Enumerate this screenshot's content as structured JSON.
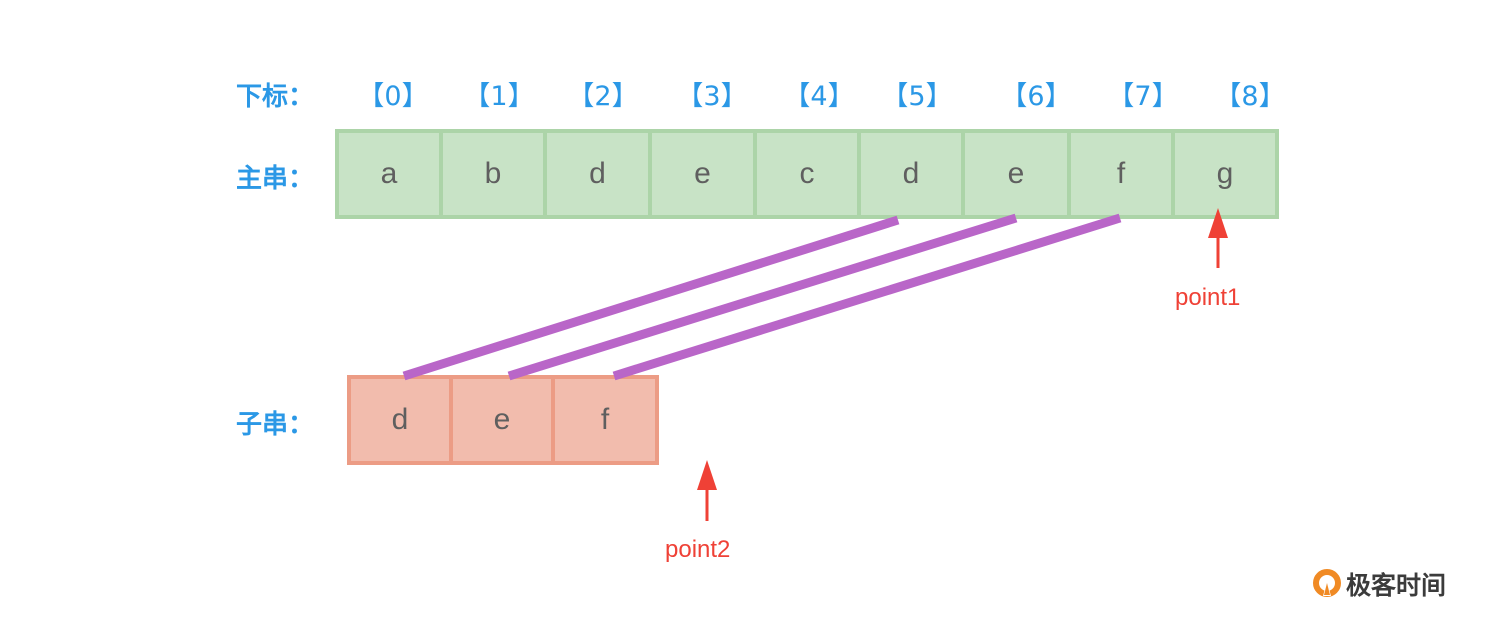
{
  "labels": {
    "index": "下标：",
    "main_string": "主串：",
    "sub_string": "子串："
  },
  "indices": [
    "【0】",
    "【1】",
    "【2】",
    "【3】",
    "【4】",
    "【5】",
    "【6】",
    "【7】",
    "【8】"
  ],
  "main_string": [
    "a",
    "b",
    "d",
    "e",
    "c",
    "d",
    "e",
    "f",
    "g"
  ],
  "sub_string": [
    "d",
    "e",
    "f"
  ],
  "matches": [
    {
      "main_index": 5,
      "sub_index": 0
    },
    {
      "main_index": 6,
      "sub_index": 1
    },
    {
      "main_index": 7,
      "sub_index": 2
    }
  ],
  "pointers": {
    "point1": {
      "label": "point1",
      "main_index": 8
    },
    "point2": {
      "label": "point2",
      "sub_index": 3
    }
  },
  "colors": {
    "label_blue": "#2b98e6",
    "main_fill": "#c8e3c6",
    "main_border": "#acd4a8",
    "sub_fill": "#f2bcad",
    "sub_border": "#ec9c85",
    "link_purple": "#b966c8",
    "pointer_red": "#ef4136",
    "logo_orange": "#f08a24"
  },
  "logo": {
    "text": "极客时间"
  }
}
